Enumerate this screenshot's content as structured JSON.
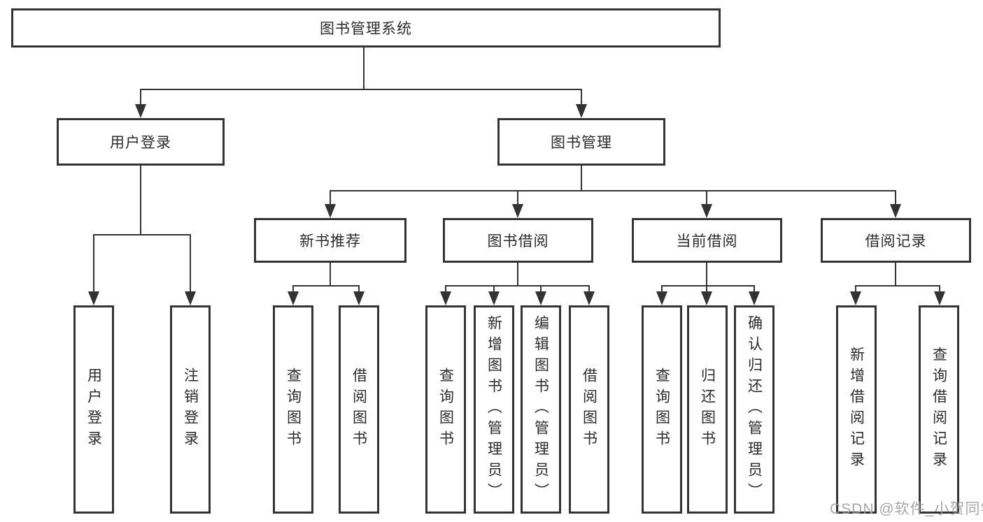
{
  "diagram": {
    "type": "tree-structure-chart",
    "colors": {
      "line": "#333333",
      "text": "#2b2b2b",
      "background": "#ffffff",
      "watermark": "#9e9e9e"
    },
    "watermark": "CSDN @软件_小贺同学",
    "nodes": {
      "root": {
        "label": "图书管理系统"
      },
      "user_login": {
        "label": "用户登录"
      },
      "book_mgmt": {
        "label": "图书管理"
      },
      "new_book_rec": {
        "label": "新书推荐"
      },
      "book_borrow": {
        "label": "图书借阅"
      },
      "current_borrow": {
        "label": "当前借阅"
      },
      "borrow_record": {
        "label": "借阅记录"
      },
      "leaf_user_login": {
        "label": "用户登录"
      },
      "leaf_logout": {
        "label": "注销登录"
      },
      "leaf_nbr_query": {
        "label": "查询图书"
      },
      "leaf_nbr_borrow": {
        "label": "借阅图书"
      },
      "leaf_bb_query": {
        "label": "查询图书"
      },
      "leaf_bb_add": {
        "label": "新增图书（管理员）"
      },
      "leaf_bb_edit": {
        "label": "编辑图书（管理员）"
      },
      "leaf_bb_borrow": {
        "label": "借阅图书"
      },
      "leaf_cb_query": {
        "label": "查询图书"
      },
      "leaf_cb_return": {
        "label": "归还图书"
      },
      "leaf_cb_confirm": {
        "label": "确认归还（管理员）"
      },
      "leaf_br_add": {
        "label": "新增借阅记录"
      },
      "leaf_br_query": {
        "label": "查询借阅记录"
      }
    },
    "hierarchy": {
      "图书管理系统": {
        "用户登录": [
          "用户登录",
          "注销登录"
        ],
        "图书管理": {
          "新书推荐": [
            "查询图书",
            "借阅图书"
          ],
          "图书借阅": [
            "查询图书",
            "新增图书（管理员）",
            "编辑图书（管理员）",
            "借阅图书"
          ],
          "当前借阅": [
            "查询图书",
            "归还图书",
            "确认归还（管理员）"
          ],
          "借阅记录": [
            "新增借阅记录",
            "查询借阅记录"
          ]
        }
      }
    }
  }
}
